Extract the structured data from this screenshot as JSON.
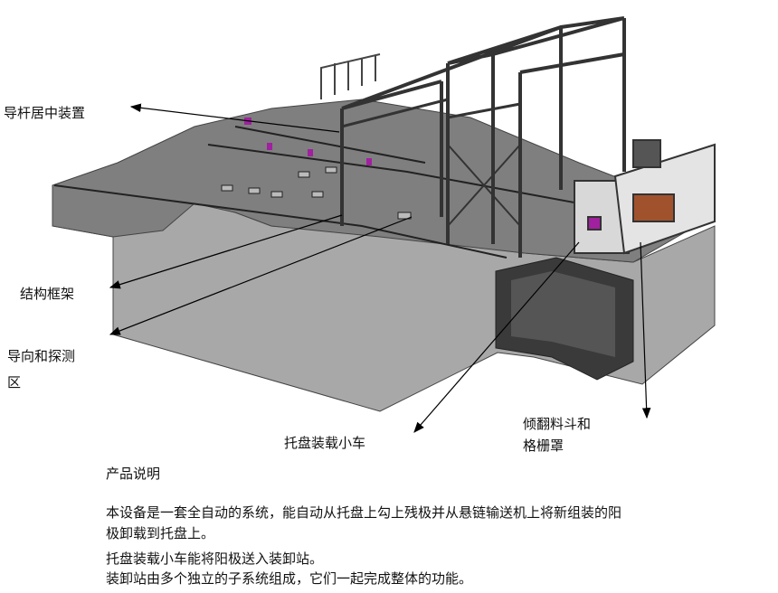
{
  "callouts": {
    "guide_rod_centering": "导杆居中装置",
    "structural_frame": "结构框架",
    "guide_detect_zone_line1": "导向和探测",
    "guide_detect_zone_line2": "区",
    "pallet_loading_cart": "托盘装载小车",
    "tipping_hopper_line1": "倾翻料斗和",
    "tipping_hopper_line2": "格栅罩"
  },
  "description": {
    "title": "产品说明",
    "para1_line1": "本设备是一套全自动的系统，能自动从托盘上勾上残极并从悬链输送机上将新组装的阳",
    "para1_line2": "极卸载到托盘上。",
    "para2": "托盘装载小车能将阳极送入装卸站。",
    "para3": "装卸站由多个独立的子系统组成，它们一起完成整体的功能。"
  }
}
